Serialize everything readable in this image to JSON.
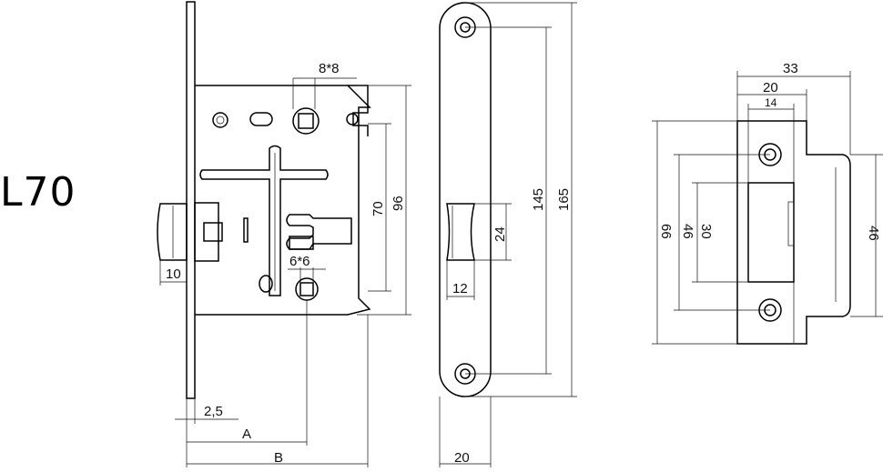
{
  "title": "L70",
  "dimensions": {
    "lock": {
      "square_top": "8*8",
      "height_70": "70",
      "height_96": "96",
      "square_bottom": "6*6",
      "latch_width": "10",
      "faceplate_offset": "2,5",
      "a_label": "A",
      "b_label": "B"
    },
    "faceplate": {
      "latch_height": "24",
      "latch_width": "12",
      "hole_spacing": "145",
      "plate_height": "165",
      "plate_width": "20"
    },
    "strike": {
      "width_33": "33",
      "width_20": "20",
      "width_14": "14",
      "height_66": "66",
      "height_46_left": "46",
      "height_30": "30",
      "height_46_right": "46"
    }
  }
}
